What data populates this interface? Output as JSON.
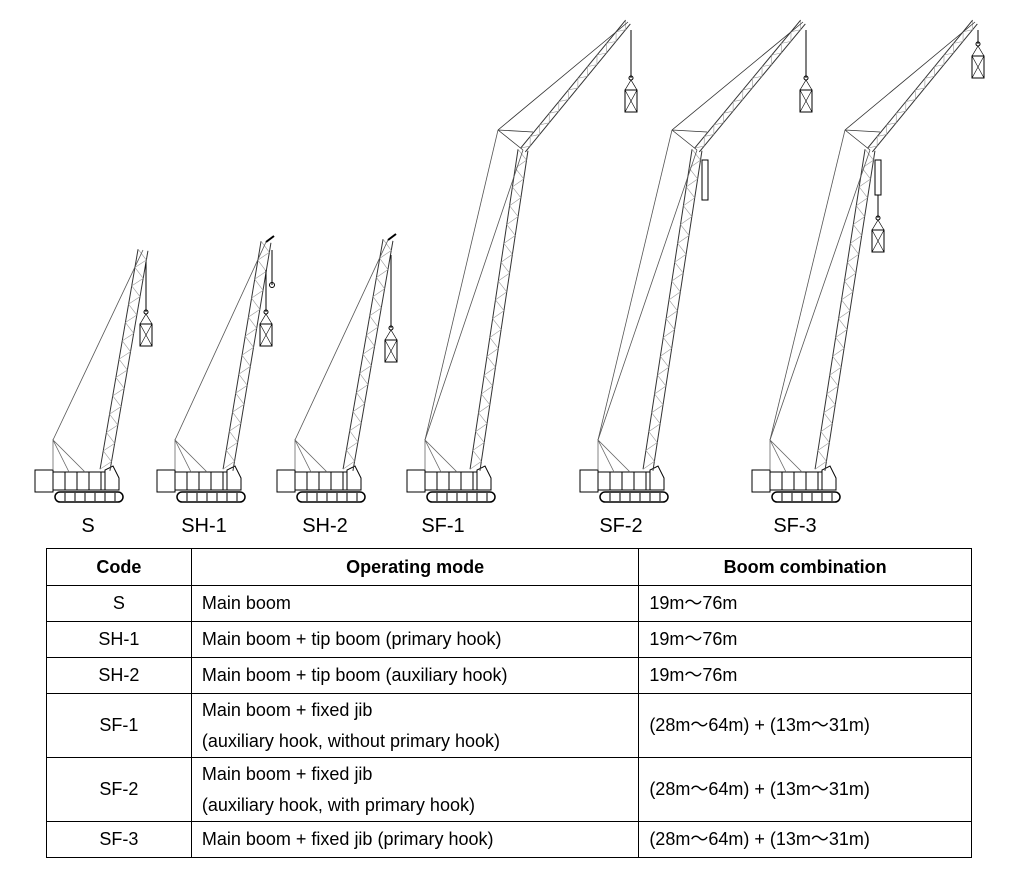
{
  "cranes": [
    {
      "code": "S",
      "type": "main"
    },
    {
      "code": "SH-1",
      "type": "tip-primary"
    },
    {
      "code": "SH-2",
      "type": "tip-aux"
    },
    {
      "code": "SF-1",
      "type": "jib-aux"
    },
    {
      "code": "SF-2",
      "type": "jib-aux-primary"
    },
    {
      "code": "SF-3",
      "type": "jib-primary"
    }
  ],
  "table": {
    "headers": {
      "code": "Code",
      "mode": "Operating mode",
      "boom": "Boom combination"
    },
    "rows": [
      {
        "code": "S",
        "mode": "Main boom",
        "boom": "19m～76m"
      },
      {
        "code": "SH-1",
        "mode": "Main boom + tip boom (primary hook)",
        "boom": "19m～76m"
      },
      {
        "code": "SH-2",
        "mode": "Main boom + tip boom (auxiliary hook)",
        "boom": "19m～76m"
      },
      {
        "code": "SF-1",
        "mode": "Main boom + fixed jib",
        "mode2": "(auxiliary hook, without primary hook)",
        "boom": "(28m～64m) + (13m～31m)"
      },
      {
        "code": "SF-2",
        "mode": "Main boom + fixed jib",
        "mode2": "(auxiliary hook, with primary hook)",
        "boom": "(28m～64m) + (13m～31m)"
      },
      {
        "code": "SF-3",
        "mode": "Main boom + fixed jib (primary hook)",
        "boom": "(28m～64m) + (13m～31m)"
      }
    ]
  }
}
